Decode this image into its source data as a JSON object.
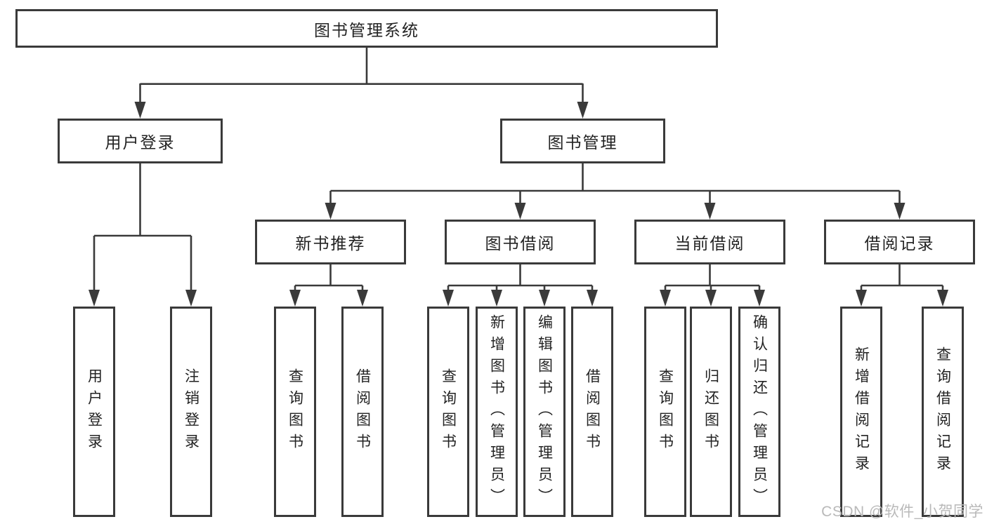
{
  "tree": {
    "label": "图书管理系统",
    "children": [
      {
        "label": "用户登录",
        "children": [
          {
            "label": "用户登录"
          },
          {
            "label": "注销登录"
          }
        ]
      },
      {
        "label": "图书管理",
        "children": [
          {
            "label": "新书推荐",
            "children": [
              {
                "label": "查询图书"
              },
              {
                "label": "借阅图书"
              }
            ]
          },
          {
            "label": "图书借阅",
            "children": [
              {
                "label": "查询图书"
              },
              {
                "label": "新增图书（管理员）"
              },
              {
                "label": "编辑图书（管理员）"
              },
              {
                "label": "借阅图书"
              }
            ]
          },
          {
            "label": "当前借阅",
            "children": [
              {
                "label": "查询图书"
              },
              {
                "label": "归还图书"
              },
              {
                "label": "确认归还（管理员）"
              }
            ]
          },
          {
            "label": "借阅记录",
            "children": [
              {
                "label": "新增借阅记录"
              },
              {
                "label": "查询借阅记录"
              }
            ]
          }
        ]
      }
    ]
  },
  "watermark": "CSDN @软件_小贺同学",
  "colors": {
    "line": "#3a3a3a",
    "border": "#3a3a3a",
    "text": "#232323",
    "background": "#ffffff",
    "watermark": "#b9b9b9"
  }
}
